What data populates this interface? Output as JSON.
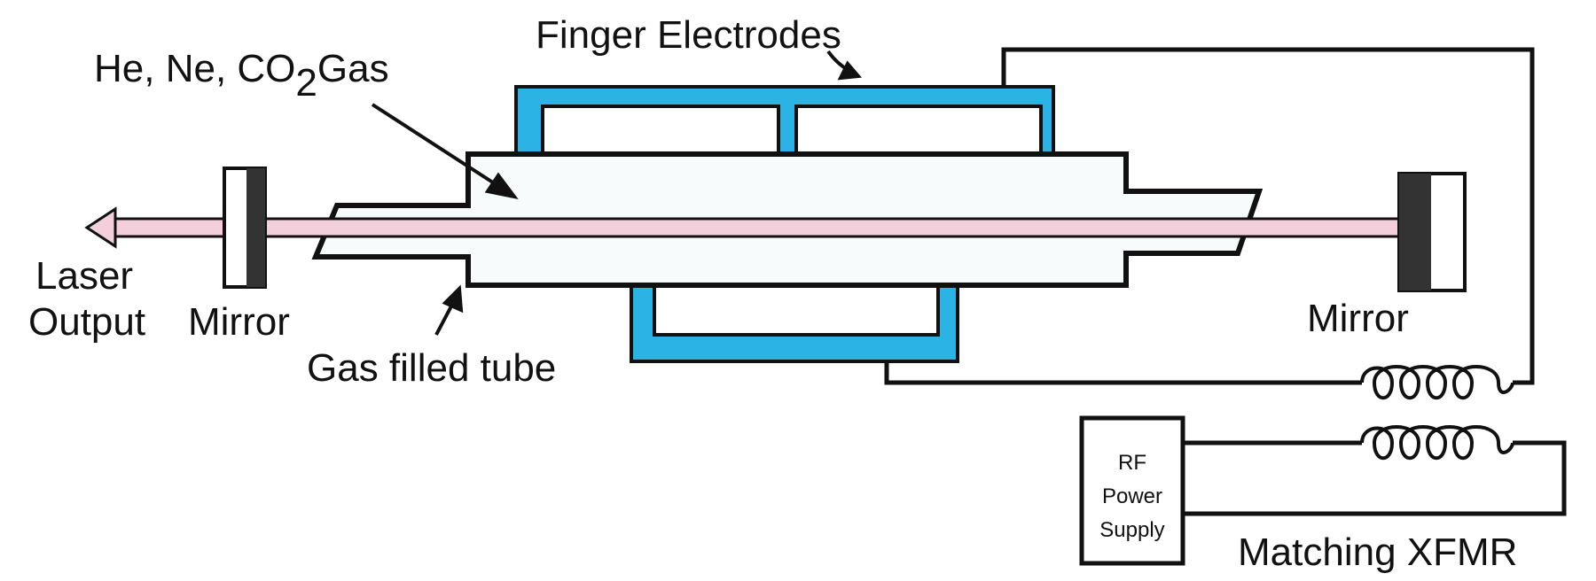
{
  "labels": {
    "finger_electrodes": "Finger Electrodes",
    "gas_prefix": "He, Ne, CO",
    "gas_subscript": "2",
    "gas_suffix": "Gas",
    "laser_line1": "Laser",
    "laser_line2": "Output",
    "mirror_left": "Mirror",
    "mirror_right": "Mirror",
    "gas_tube": "Gas filled tube",
    "rf_line1": "RF",
    "rf_line2": "Power",
    "rf_line3": "Supply",
    "matching": "Matching XFMR"
  },
  "colors": {
    "electrode": "#2bb3e6",
    "beam_fill": "#f3cfdc",
    "outline": "#111111",
    "tube_fill": "#f7fbfc",
    "mirror_dark": "#333333",
    "arrow_fill": "#f3cfdc"
  }
}
